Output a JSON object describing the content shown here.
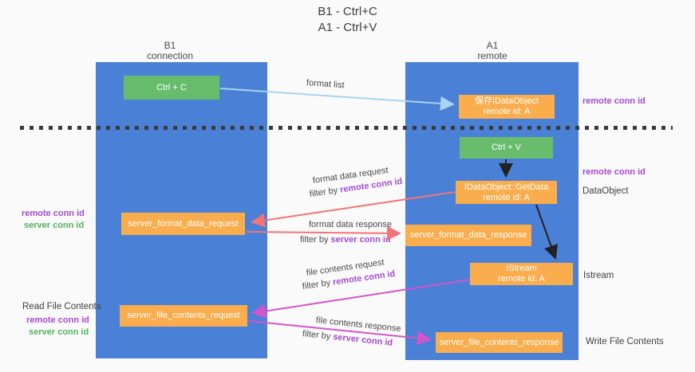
{
  "title": {
    "line1": "B1 - Ctrl+C",
    "line2": "A1 - Ctrl+V"
  },
  "lanes": {
    "left_name": "B1",
    "left_role": "connection",
    "right_name": "A1",
    "right_role": "remote"
  },
  "boxes": {
    "ctrl_c": "Ctrl + C",
    "ctrl_v": "Ctrl + V",
    "save_dataobject_line1": "保存IDataObject",
    "save_dataobject_line2": "remote id: A",
    "getdata_line1": "IDataObject::GetData",
    "getdata_line2": "remote id: A",
    "istream_line1": "IStream",
    "istream_line2": "remote id: A",
    "server_format_data_request": "server_format_data_request",
    "server_format_data_response": "server_format_data_response",
    "server_file_contents_request": "server_file_contents_request",
    "server_file_contents_response": "server_file_contents_response"
  },
  "side_labels": {
    "right_remote_conn_id_top": "remote conn id",
    "right_remote_conn_id_mid": "remote conn id",
    "dataobject": "DataObject",
    "istream": "Istream",
    "write_file_contents": "Write File Contents",
    "left_remote_conn_id_top": "remote conn id",
    "left_server_conn_id_top": "server conn id",
    "read_file_contents": "Read File Contents",
    "left_remote_conn_id_bottom": "remote conn id",
    "left_server_conn_id_bottom": "server conn id"
  },
  "arrow_labels": {
    "format_list": "format list",
    "format_data_request": "format data request",
    "format_data_request_filter_prefix": "filter by",
    "format_data_request_filter_highlight": "remote conn id",
    "format_data_response": "format data response",
    "format_data_response_filter_prefix": "filter by",
    "format_data_response_filter_highlight": "server conn id",
    "file_contents_request": "file contents request",
    "file_contents_request_filter_prefix": "filter by",
    "file_contents_request_filter_highlight": "remote conn id",
    "file_contents_response": "file contents response",
    "file_contents_response_filter_prefix": "filter by",
    "file_contents_response_filter_highlight": "server conn id"
  },
  "colors": {
    "lane_blue": "#4a81d6",
    "box_green": "#68bd6d",
    "box_orange": "#f9ad4d",
    "label_purple": "#a64ad1",
    "label_green": "#53b15f",
    "arrow_blue": "#a9d3f1",
    "arrow_red": "#f17476",
    "arrow_magenta": "#d355cb",
    "arrow_black": "#222222"
  }
}
